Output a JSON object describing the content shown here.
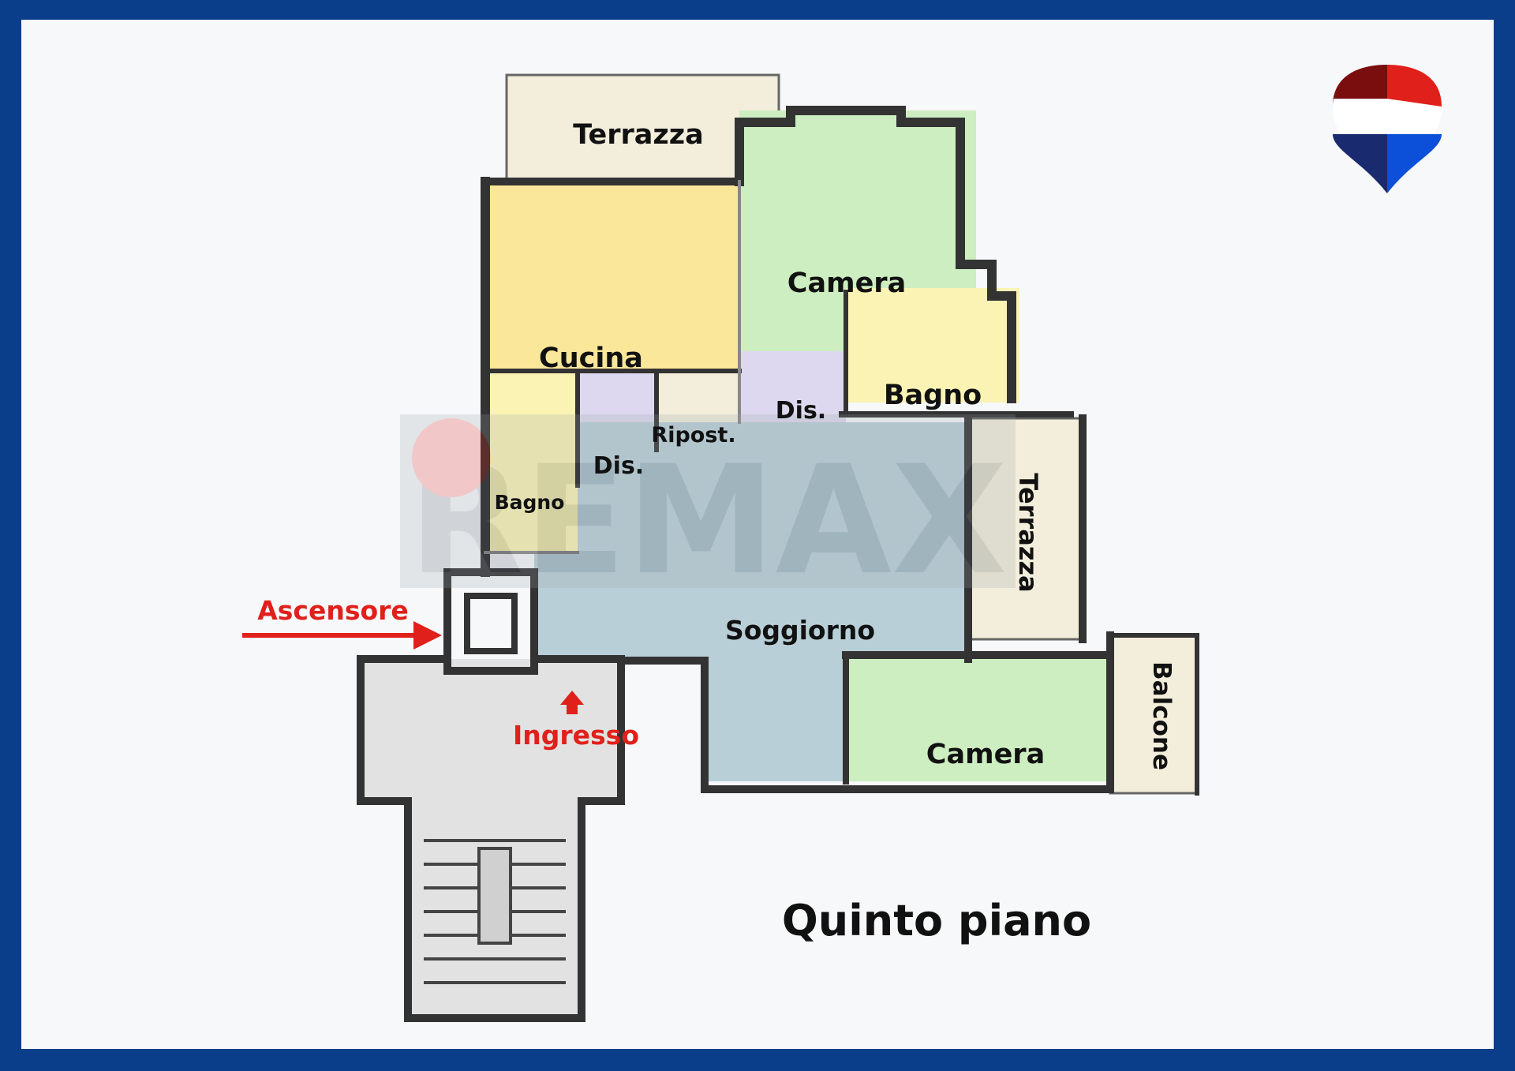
{
  "rooms": {
    "terrazza_top": "Terrazza",
    "camera_top": "Camera",
    "cucina": "Cucina",
    "bagno_right": "Bagno",
    "dis_right": "Dis.",
    "ripost": "Ripost.",
    "dis_left": "Dis.",
    "bagno_left": "Bagno",
    "terrazza_right": "Terrazza",
    "soggiorno": "Soggiorno",
    "camera_bottom": "Camera",
    "balcone": "Balcone"
  },
  "annotations": {
    "ascensore": "Ascensore",
    "ingresso": "Ingresso"
  },
  "floor_title": "Quinto piano",
  "watermark": "RE/MAX",
  "colors": {
    "frame": "#0a3d8a",
    "kitchen": "#fbe79a",
    "bedroom": "#cdeec0",
    "bathroom": "#fbf3b4",
    "corridor": "#ddd8ef",
    "living": "#b9cfd8",
    "terrace": "#f3eedb",
    "stair": "#e2e2e2",
    "accent_red": "#e0201a",
    "logo_blue": "#0c4fd8"
  }
}
